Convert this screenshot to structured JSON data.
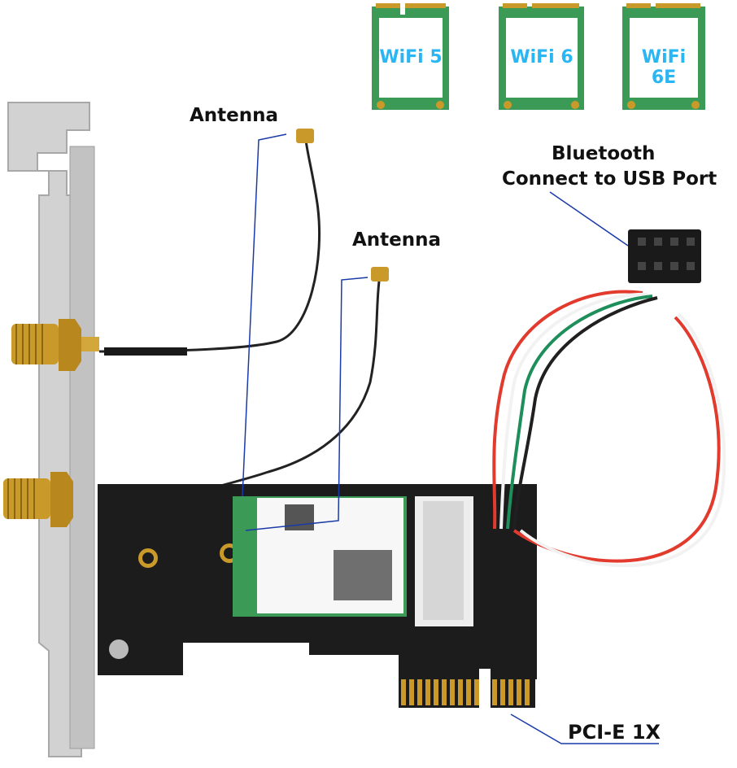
{
  "labels": {
    "antenna_1": "Antenna",
    "antenna_2": "Antenna",
    "bluetooth_line1": "Bluetooth",
    "bluetooth_line2": "Connect to USB Port",
    "pcie": "PCI-E 1X"
  },
  "cards": [
    {
      "label": "WiFi 5"
    },
    {
      "label": "WiFi 6"
    },
    {
      "label": "WiFi 6E"
    }
  ],
  "colors": {
    "pcb": "#1c1c1c",
    "card_green": "#3c9a57",
    "card_label": "#29b6f2",
    "bracket": "#c9c9c9",
    "gold": "#c99a2a",
    "leader_line": "#1a3aa8",
    "wire_red": "#e23b2e",
    "wire_white": "#f2f2f2",
    "wire_green": "#1e8e5a",
    "wire_black": "#202020"
  }
}
